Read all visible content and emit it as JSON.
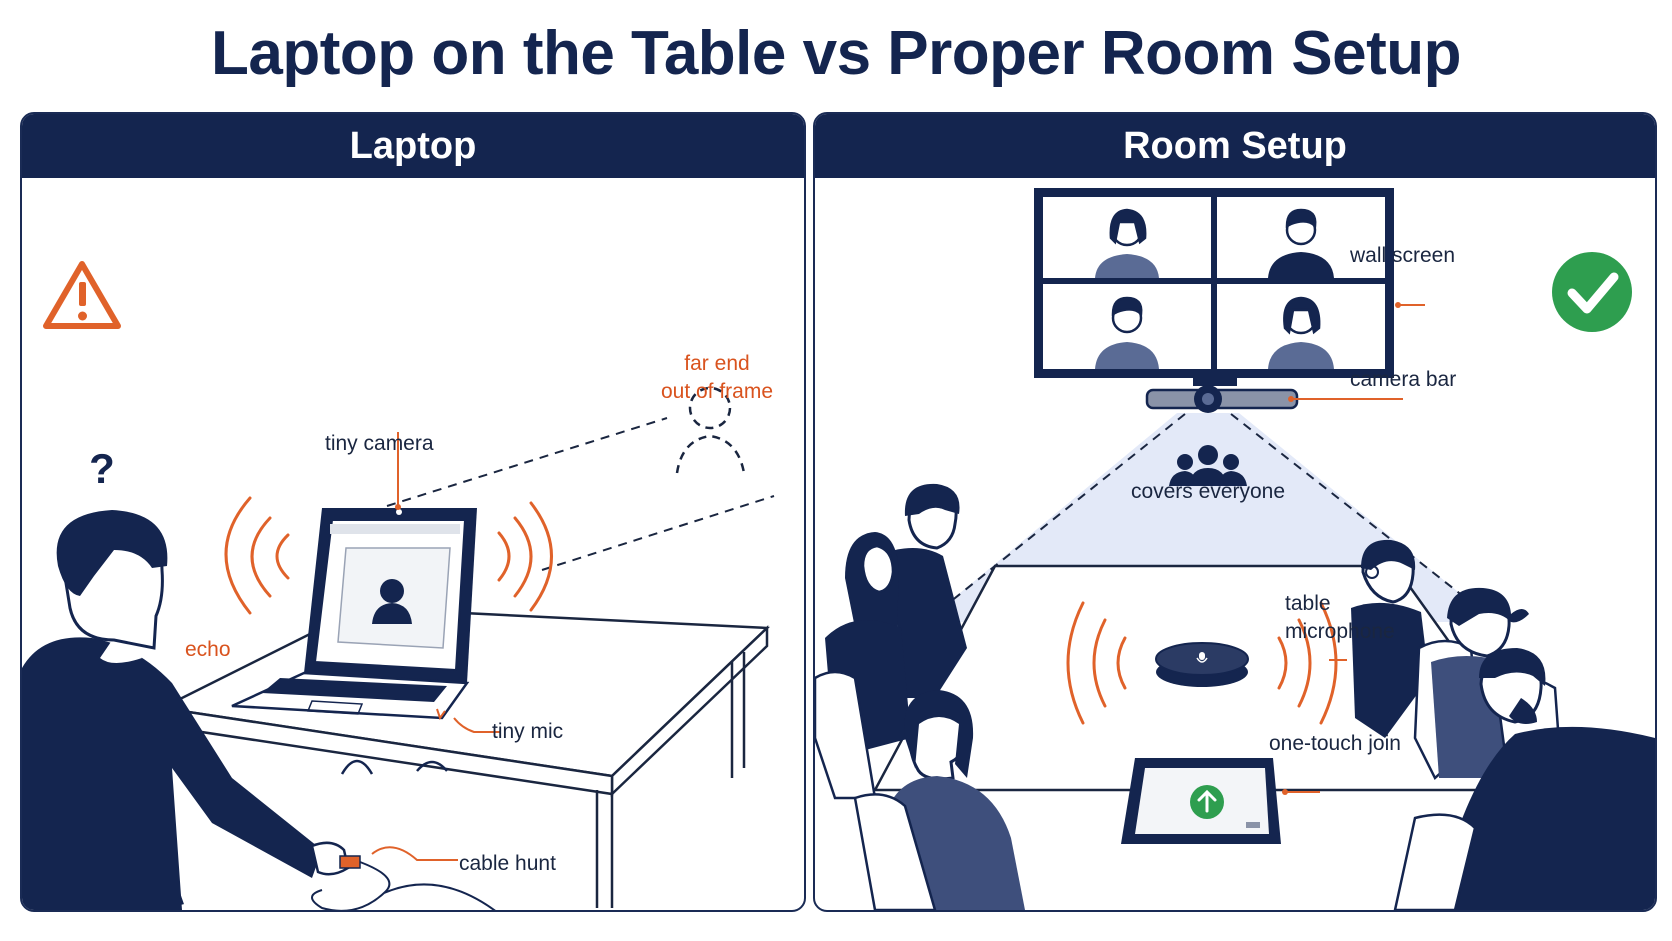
{
  "title": "Laptop on the Table vs Proper Room Setup",
  "colors": {
    "navy": "#14254f",
    "orange": "#e0622a",
    "green": "#2e9e4f",
    "light_blue": "#dfe6f7"
  },
  "left_panel": {
    "header": "Laptop",
    "status_icon": "warning-triangle-icon",
    "confusion_mark": "?",
    "labels": {
      "far_end": "far end\nout of frame",
      "tiny_camera": "tiny camera",
      "echo": "echo",
      "tiny_mic": "tiny mic",
      "cable_hunt": "cable hunt"
    }
  },
  "right_panel": {
    "header": "Room Setup",
    "status_icon": "check-circle-icon",
    "labels": {
      "wall_screen": "wall screen",
      "camera_bar": "camera bar",
      "covers_everyone": "covers everyone",
      "table_microphone": "table\nmicrophone",
      "one_touch_join": "one-touch join"
    }
  }
}
